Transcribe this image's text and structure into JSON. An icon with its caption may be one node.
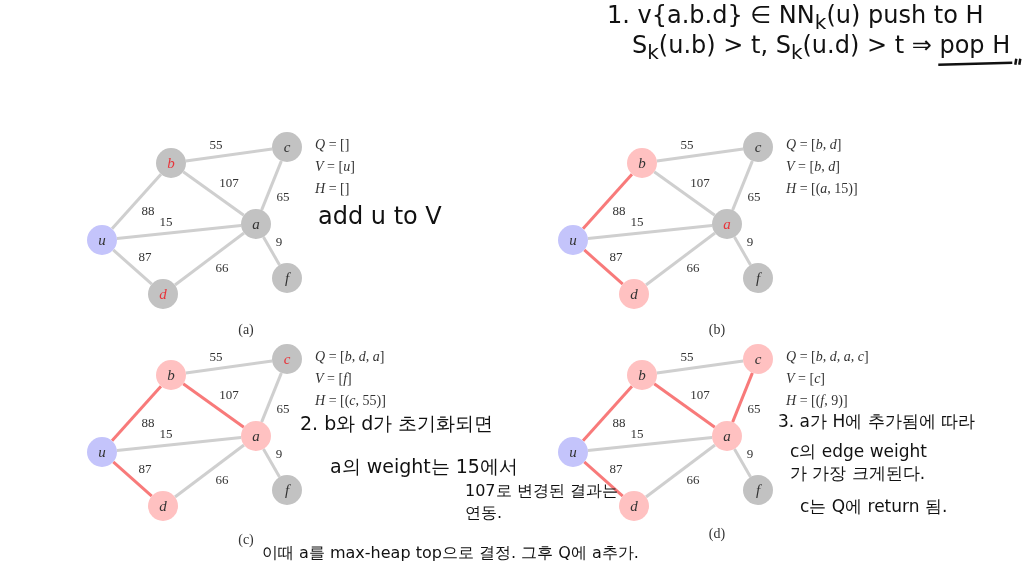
{
  "diagram": {
    "nodes": [
      {
        "text": [
          "u"
        ]
      },
      {
        "text": [
          "b"
        ]
      },
      {
        "text": [
          "c"
        ]
      },
      {
        "text": [
          "a"
        ]
      },
      {
        "text": [
          "d"
        ]
      },
      {
        "text": [
          "f"
        ]
      },
      {
        "text": [
          "u"
        ]
      },
      {
        "text": [
          "b"
        ]
      },
      {
        "text": [
          "c"
        ]
      },
      {
        "text": [
          "a"
        ]
      },
      {
        "text": [
          "d"
        ]
      },
      {
        "text": [
          "f"
        ]
      },
      {
        "text": [
          "u"
        ]
      },
      {
        "text": [
          "b"
        ]
      },
      {
        "text": [
          "c"
        ]
      },
      {
        "text": [
          "a"
        ]
      },
      {
        "text": [
          "d"
        ]
      },
      {
        "text": [
          "f"
        ]
      },
      {
        "text": [
          "u"
        ]
      },
      {
        "text": [
          "b"
        ]
      },
      {
        "text": [
          "c"
        ]
      },
      {
        "text": [
          "a"
        ]
      },
      {
        "text": [
          "d"
        ]
      },
      {
        "text": [
          "f"
        ]
      }
    ],
    "edges": [
      {
        "from": 0,
        "to": 1,
        "arrow": "none",
        "label": "88"
      },
      {
        "from": 0,
        "to": 3,
        "arrow": "none",
        "label": "15"
      },
      {
        "from": 0,
        "to": 4,
        "arrow": "none",
        "label": "87"
      },
      {
        "from": 1,
        "to": 2,
        "arrow": "none",
        "label": "55"
      },
      {
        "from": 1,
        "to": 3,
        "arrow": "none",
        "label": "107"
      },
      {
        "from": 2,
        "to": 3,
        "arrow": "none",
        "label": "65"
      },
      {
        "from": 3,
        "to": 5,
        "arrow": "none",
        "label": "9"
      },
      {
        "from": 4,
        "to": 3,
        "arrow": "none",
        "label": "66"
      },
      {
        "from": 6,
        "to": 7,
        "arrow": "none",
        "label": "88",
        "color": "#f87a7a"
      },
      {
        "from": 6,
        "to": 9,
        "arrow": "none",
        "label": "15"
      },
      {
        "from": 6,
        "to": 10,
        "arrow": "none",
        "label": "87",
        "color": "#f87a7a"
      },
      {
        "from": 7,
        "to": 8,
        "arrow": "none",
        "label": "55"
      },
      {
        "from": 7,
        "to": 9,
        "arrow": "none",
        "label": "107"
      },
      {
        "from": 8,
        "to": 9,
        "arrow": "none",
        "label": "65"
      },
      {
        "from": 9,
        "to": 11,
        "arrow": "none",
        "label": "9"
      },
      {
        "from": 10,
        "to": 9,
        "arrow": "none",
        "label": "66"
      },
      {
        "from": 12,
        "to": 13,
        "arrow": "none",
        "label": "88",
        "color": "#f87a7a"
      },
      {
        "from": 12,
        "to": 15,
        "arrow": "none",
        "label": "15"
      },
      {
        "from": 12,
        "to": 16,
        "arrow": "none",
        "label": "87",
        "color": "#f87a7a"
      },
      {
        "from": 13,
        "to": 14,
        "arrow": "none",
        "label": "55"
      },
      {
        "from": 13,
        "to": 15,
        "arrow": "none",
        "label": "107",
        "color": "#f87a7a"
      },
      {
        "from": 14,
        "to": 15,
        "arrow": "none",
        "label": "65"
      },
      {
        "from": 15,
        "to": 17,
        "arrow": "none",
        "label": "9"
      },
      {
        "from": 16,
        "to": 15,
        "arrow": "none",
        "label": "66"
      },
      {
        "from": 18,
        "to": 19,
        "arrow": "none",
        "label": "88",
        "color": "#f87a7a"
      },
      {
        "from": 18,
        "to": 21,
        "arrow": "none",
        "label": "15"
      },
      {
        "from": 18,
        "to": 22,
        "arrow": "none",
        "label": "87",
        "color": "#f87a7a"
      },
      {
        "from": 19,
        "to": 20,
        "arrow": "none",
        "label": "55"
      },
      {
        "from": 19,
        "to": 21,
        "arrow": "none",
        "label": "107",
        "color": "#f87a7a"
      },
      {
        "from": 20,
        "to": 21,
        "arrow": "none",
        "label": "65",
        "color": "#f87a7a"
      },
      {
        "from": 21,
        "to": 23,
        "arrow": "none",
        "label": "9"
      },
      {
        "from": 22,
        "to": 21,
        "arrow": "none",
        "label": "66"
      }
    ],
    "labels": [
      "1. v{a.b.d} ∈ NN$_{k}$(u) push to H",
      "S$_{k}$(u.b) > t, S$_{k}$(u.d) > t ⇒ pop H",
      "*Q* = []",
      "*V* = [*u*]",
      "*H* = []",
      "add u to V",
      "(a)",
      "*Q* = [*b*, *d*]",
      "*V* = [*b*, *d*]",
      "*H* = [(*a*, 15)]",
      "(b)",
      "*Q* = [*b*, *d*, *a*]",
      "*V* = [*f*]",
      "*H* = [(*c*, 55)]",
      "2. b와 d가 초기화되면",
      "a의 weight는 15에서",
      "107로 변경된 결과는 연동.",
      "(c)",
      "이때 a를 max-heap top으로 결정. 그후 Q에 a추가.",
      "*Q* = [*b*, *d*, *a*, *c*]",
      "*V* = [*c*]",
      "*H* = [(*f*, 9)]",
      "3. a가 H에 추가됨에 따라",
      "c의 edge weight가 가장 크게된다.",
      "c는 Q에 return 됨.",
      "(d)"
    ]
  }
}
